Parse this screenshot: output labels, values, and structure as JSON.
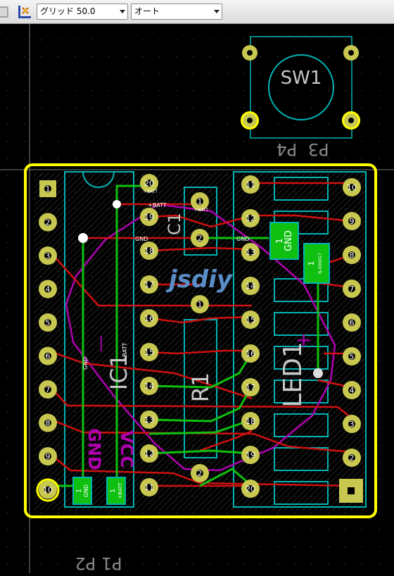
{
  "toolbar": {
    "grid_select": {
      "value": "グリッド 50.0"
    },
    "zoom_select": {
      "value": "オート"
    },
    "icons": [
      "layer-toggle-icon",
      "grid-tool-icon"
    ]
  },
  "colors": {
    "background": "#000000",
    "grid_dot": "#3a3a3a",
    "silkscreen": "#00b4b4",
    "pad": "#c8c850",
    "copper_front": "#d01010",
    "copper_back": "#10c010",
    "edge_cuts": "#ffff00",
    "courtyard": "#b000b0",
    "label_gray": "#c8c8c8"
  },
  "board": {
    "title_text": "jsdiy",
    "components": {
      "sw1": "SW1",
      "sw1_labels": {
        "p3": "P3",
        "p4": "P4"
      },
      "c1": "C1",
      "ic1": "IC1",
      "r1": "R1",
      "led1": "LED1",
      "led1_plus": "+",
      "p1p2": "P1 P2",
      "gnd_big": "GND",
      "vcc_big": "VCC",
      "gnd_pad_label": "GND",
      "gnd_pad_num": "1",
      "batt_pad_label": "+BATT",
      "batt_pad_num": "1",
      "gnd_green_label": "GND",
      "gnd_green_num": "1",
      "net_code": "N-000017",
      "net_code_num": "1"
    },
    "net_labels": {
      "batt_top": "+BATT",
      "gnd_top": "GND",
      "gnd_c1": "GND",
      "batt_pad20": "+BATT",
      "batt_c1": "+BATT",
      "batt_vertical": "+BATT",
      "gnd_vertical": "GND"
    },
    "left_pins": [
      "1",
      "2",
      "3",
      "4",
      "5",
      "6",
      "7",
      "8",
      "9",
      "10"
    ],
    "ic_right_pins": [
      "20",
      "19",
      "18",
      "17",
      "16",
      "15",
      "14",
      "13",
      "12",
      "11"
    ],
    "led_left_pins": [
      "11",
      "12",
      "13",
      "14",
      "15",
      "16",
      "17",
      "18",
      "19",
      "20"
    ],
    "right_pins": [
      "10",
      "9",
      "8",
      "7",
      "6",
      "5",
      "4",
      "3",
      "2",
      "1"
    ],
    "c1_pins": [
      "1",
      "2"
    ],
    "r1_pins": [
      "1",
      "2"
    ]
  }
}
